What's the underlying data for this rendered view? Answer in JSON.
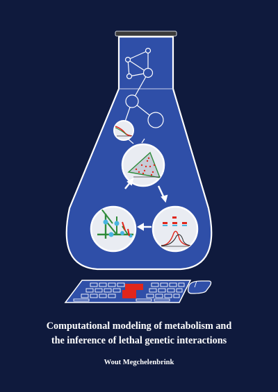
{
  "book": {
    "title_line1": "Computational modeling of metabolism and",
    "title_line2": "the inference of lethal genetic interactions",
    "author": "Wout Megchelenbrink"
  },
  "colors": {
    "background": "#0f1a3d",
    "flask_fill": "#2f4fa8",
    "flask_outline": "#ffffff",
    "cap": "#3a3a3a",
    "accent_red": "#e0261b",
    "accent_green": "#2e8b3a",
    "accent_cyan": "#48b4e0",
    "circle_fill": "#e9ecf2"
  },
  "icons": [
    "flask-icon",
    "keyboard-icon",
    "mouse-icon"
  ]
}
